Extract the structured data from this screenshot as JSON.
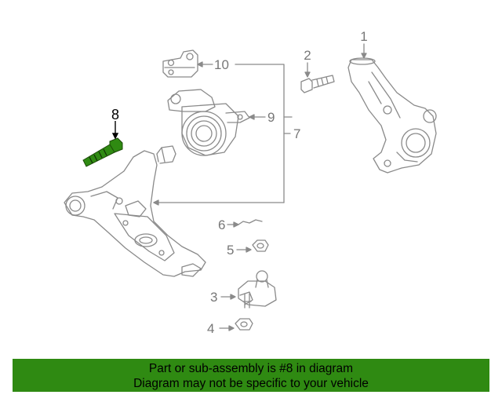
{
  "diagram": {
    "callouts": [
      {
        "id": "1",
        "label": "1"
      },
      {
        "id": "2",
        "label": "2"
      },
      {
        "id": "3",
        "label": "3"
      },
      {
        "id": "4",
        "label": "4"
      },
      {
        "id": "5",
        "label": "5"
      },
      {
        "id": "6",
        "label": "6"
      },
      {
        "id": "7",
        "label": "7"
      },
      {
        "id": "8",
        "label": "8"
      },
      {
        "id": "9",
        "label": "9"
      },
      {
        "id": "10",
        "label": "10"
      }
    ],
    "highlighted_part": "8",
    "highlight_color": "#2f8a12",
    "line_color": "#8a8a8a"
  },
  "footer": {
    "line1": "Part or sub-assembly is #8 in diagram",
    "line2": "Diagram may not be specific to your vehicle",
    "background_color": "#2f8a12"
  }
}
